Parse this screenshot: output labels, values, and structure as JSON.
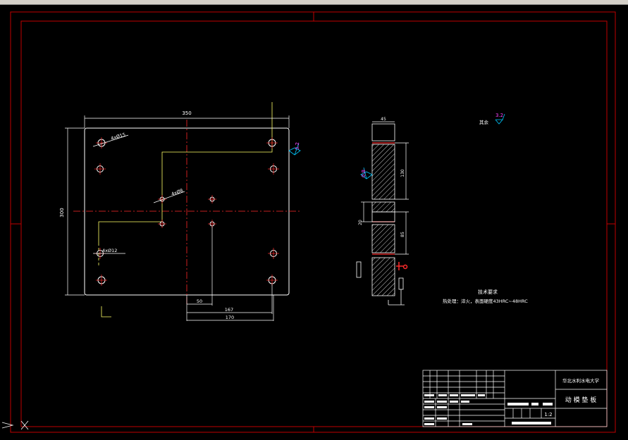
{
  "drawing": {
    "colors": {
      "background": "#000000",
      "frame": "#c00000",
      "geometry": "#ffffff",
      "centerline": "#ff2a2a",
      "dimension": "#ffffff",
      "leader": "#ffff66",
      "roughness": "#00c8ff",
      "roughness_alt": "#ff44ff",
      "hatch": "#ffffff"
    },
    "plan_view": {
      "dim_width": "350",
      "dim_height": "300",
      "dim_50": "50",
      "dim_167": "167",
      "dim_170": "170",
      "hole_note_top": "4xØ15",
      "hole_note_mid": "4xØ8",
      "hole_note_bottom": "4xØ12",
      "roughness_right": "3.2"
    },
    "section_view": {
      "dim_45": "45",
      "dim_130": "130",
      "dim_20": "20",
      "dim_85": "85",
      "roughness_left": "0.8"
    },
    "notes": {
      "rest_label": "其余",
      "rest_roughness": "3.2",
      "tech_title": "技术要求",
      "tech_line": "热处理：淬火，表面硬度43HRC~48HRC"
    },
    "title_block": {
      "university": "华北水利水电大学",
      "part_name": "动 模 垫 板",
      "scale": "1:2"
    }
  }
}
